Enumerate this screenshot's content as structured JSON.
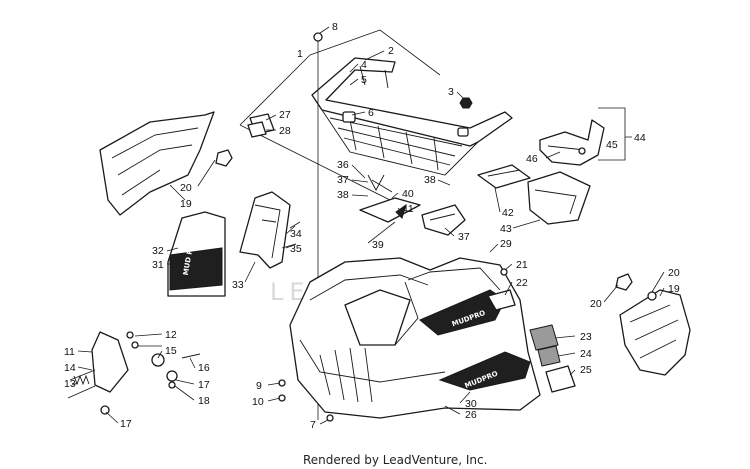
{
  "diagram": {
    "callouts": [
      {
        "id": "c8",
        "label": "8"
      },
      {
        "id": "c1",
        "label": "1"
      },
      {
        "id": "c2",
        "label": "2"
      },
      {
        "id": "c4",
        "label": "4"
      },
      {
        "id": "c5",
        "label": "5"
      },
      {
        "id": "c3",
        "label": "3"
      },
      {
        "id": "c6",
        "label": "6"
      },
      {
        "id": "c27",
        "label": "27"
      },
      {
        "id": "c28",
        "label": "28"
      },
      {
        "id": "c44",
        "label": "44"
      },
      {
        "id": "c45",
        "label": "45"
      },
      {
        "id": "c46",
        "label": "46"
      },
      {
        "id": "c20a",
        "label": "20"
      },
      {
        "id": "c19a",
        "label": "19"
      },
      {
        "id": "c36",
        "label": "36"
      },
      {
        "id": "c37a",
        "label": "37"
      },
      {
        "id": "c38a",
        "label": "38"
      },
      {
        "id": "c40",
        "label": "40"
      },
      {
        "id": "c38b",
        "label": "38"
      },
      {
        "id": "c41",
        "label": "41"
      },
      {
        "id": "c42",
        "label": "42"
      },
      {
        "id": "c43",
        "label": "43"
      },
      {
        "id": "c37b",
        "label": "37"
      },
      {
        "id": "c34",
        "label": "34"
      },
      {
        "id": "c35",
        "label": "35"
      },
      {
        "id": "c39",
        "label": "39"
      },
      {
        "id": "c32",
        "label": "32"
      },
      {
        "id": "c31",
        "label": "31"
      },
      {
        "id": "c33",
        "label": "33"
      },
      {
        "id": "c29",
        "label": "29"
      },
      {
        "id": "c21",
        "label": "21"
      },
      {
        "id": "c22",
        "label": "22"
      },
      {
        "id": "c20b",
        "label": "20"
      },
      {
        "id": "c19b",
        "label": "19"
      },
      {
        "id": "c20c",
        "label": "20"
      },
      {
        "id": "c12",
        "label": "12"
      },
      {
        "id": "c11",
        "label": "11"
      },
      {
        "id": "c15",
        "label": "15"
      },
      {
        "id": "c14",
        "label": "14"
      },
      {
        "id": "c16",
        "label": "16"
      },
      {
        "id": "c13",
        "label": "13"
      },
      {
        "id": "c17a",
        "label": "17"
      },
      {
        "id": "c18",
        "label": "18"
      },
      {
        "id": "c17b",
        "label": "17"
      },
      {
        "id": "c23",
        "label": "23"
      },
      {
        "id": "c24",
        "label": "24"
      },
      {
        "id": "c25",
        "label": "25"
      },
      {
        "id": "c9",
        "label": "9"
      },
      {
        "id": "c10",
        "label": "10"
      },
      {
        "id": "c7",
        "label": "7"
      },
      {
        "id": "c30",
        "label": "30"
      },
      {
        "id": "c26",
        "label": "26"
      }
    ],
    "decal_front_text": "MUD PRO",
    "decal_side_text": "MUDPRO",
    "decal_hood_text": "MUDPRO",
    "watermark": "LEADVENTURE",
    "footer": "Rendered by LeadVenture, Inc."
  }
}
